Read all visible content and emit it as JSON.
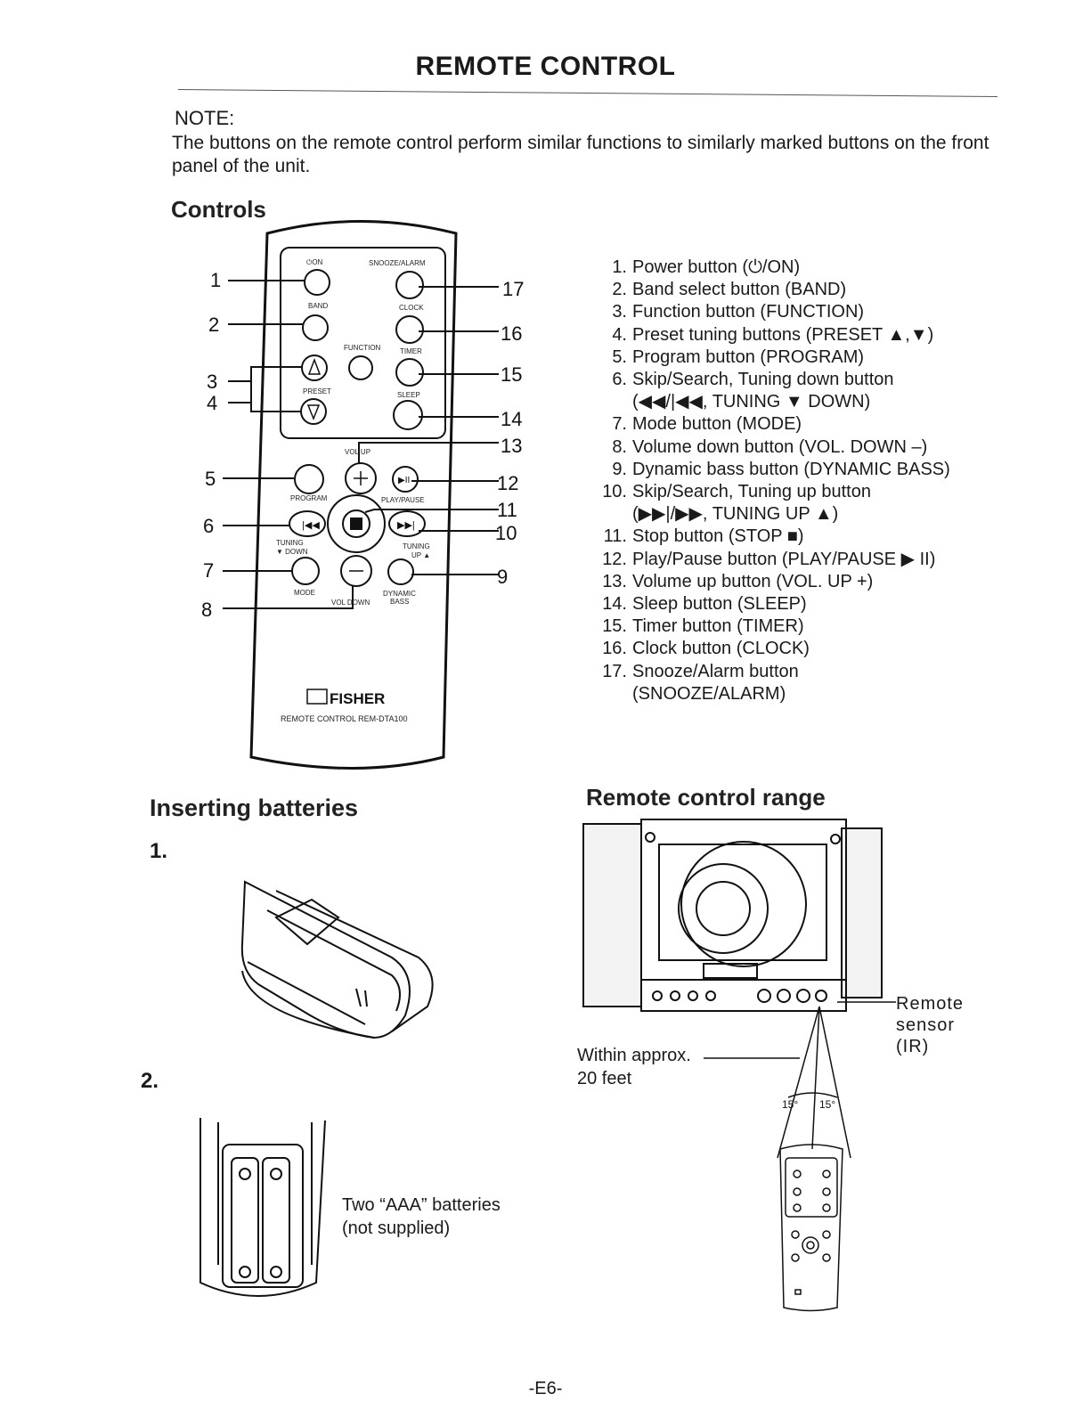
{
  "page": {
    "title": "REMOTE CONTROL",
    "note_label": "NOTE:",
    "note_text": "The buttons on the remote control perform similar functions to similarly marked buttons on the front panel of the unit.",
    "page_number": "-E6-"
  },
  "controls": {
    "heading": "Controls",
    "remote_labels": {
      "on": "⏻ON",
      "snooze_alarm": "SNOOZE/ALARM",
      "band": "BAND",
      "clock": "CLOCK",
      "function": "FUNCTION",
      "timer": "TIMER",
      "preset": "PRESET",
      "sleep": "SLEEP",
      "vol_up": "VOL UP",
      "program": "PROGRAM",
      "play_pause": "PLAY/PAUSE",
      "tuning_down": "TUNING",
      "tuning_down_2": "▼ DOWN",
      "tuning_up": "TUNING",
      "tuning_up_2": "UP ▲",
      "mode": "MODE",
      "vol_down": "VOL DOWN",
      "dynamic": "DYNAMIC",
      "bass": "BASS",
      "brand": "FISHER",
      "model": "REMOTE CONTROL REM-DTA100"
    },
    "callouts": [
      "1",
      "2",
      "3",
      "4",
      "5",
      "6",
      "7",
      "8",
      "9",
      "10",
      "11",
      "12",
      "13",
      "14",
      "15",
      "16",
      "17"
    ],
    "items": [
      {
        "num": "1.",
        "text": "Power button (⏻/ON)"
      },
      {
        "num": "2.",
        "text": "Band select button (BAND)"
      },
      {
        "num": "3.",
        "text": "Function button (FUNCTION)"
      },
      {
        "num": "4.",
        "text": "Preset tuning buttons (PRESET ▲,▼)"
      },
      {
        "num": "5.",
        "text": "Program button (PROGRAM)"
      },
      {
        "num": "6.",
        "text": "Skip/Search, Tuning down button"
      },
      {
        "num": "",
        "text": "(◀◀/|◀◀, TUNING ▼ DOWN)"
      },
      {
        "num": "7.",
        "text": "Mode button (MODE)"
      },
      {
        "num": "8.",
        "text": "Volume down button (VOL. DOWN –)"
      },
      {
        "num": "9.",
        "text": "Dynamic bass button (DYNAMIC BASS)"
      },
      {
        "num": "10.",
        "text": "Skip/Search, Tuning up button"
      },
      {
        "num": "",
        "text": "(▶▶|/▶▶, TUNING UP ▲)"
      },
      {
        "num": "11.",
        "text": "Stop button (STOP ■)"
      },
      {
        "num": "12.",
        "text": "Play/Pause button (PLAY/PAUSE ▶ II)"
      },
      {
        "num": "13.",
        "text": "Volume up button (VOL. UP +)"
      },
      {
        "num": "14.",
        "text": "Sleep button (SLEEP)"
      },
      {
        "num": "15.",
        "text": "Timer button (TIMER)"
      },
      {
        "num": "16.",
        "text": "Clock button (CLOCK)"
      },
      {
        "num": "17.",
        "text": "Snooze/Alarm button"
      },
      {
        "num": "",
        "text": "(SNOOZE/ALARM)"
      }
    ]
  },
  "batteries": {
    "heading": "Inserting batteries",
    "step1": "1.",
    "step2": "2.",
    "caption_line1": "Two “AAA” batteries",
    "caption_line2": "(not supplied)"
  },
  "range": {
    "heading": "Remote control range",
    "within_line1": "Within approx.",
    "within_line2": "20 feet",
    "sensor_line1": "Remote",
    "sensor_line2": "sensor",
    "sensor_line3": "(IR)",
    "angle_left": "15°",
    "angle_right": "15°"
  }
}
